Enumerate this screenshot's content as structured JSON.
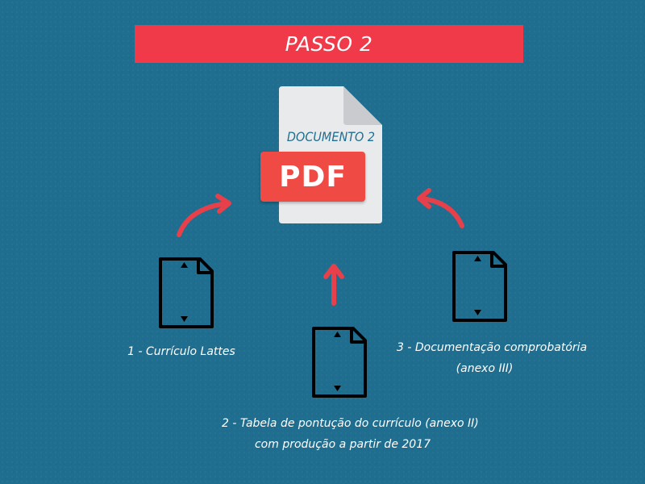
{
  "banner": {
    "title": "PASSO 2"
  },
  "document": {
    "title": "DOCUMENTO 2",
    "format": "PDF"
  },
  "items": [
    {
      "label": "1 - Currículo Lattes"
    },
    {
      "label_line1": "2 - Tabela de pontução do currículo (anexo II)",
      "label_line2": "com produção  a partir de 2017"
    },
    {
      "label_line1": "3 - Documentação comprobatória",
      "label_line2": "(anexo III)"
    }
  ],
  "colors": {
    "background": "#1f6e8f",
    "banner": "#f03a4a",
    "pdf_badge": "#ef4a44",
    "arrow": "#e8404a",
    "paper": "#e9eaec",
    "icon_stroke": "#000000"
  },
  "icons": [
    "pdf-document-icon",
    "file-icon",
    "curved-arrow-icon",
    "up-arrow-icon"
  ]
}
